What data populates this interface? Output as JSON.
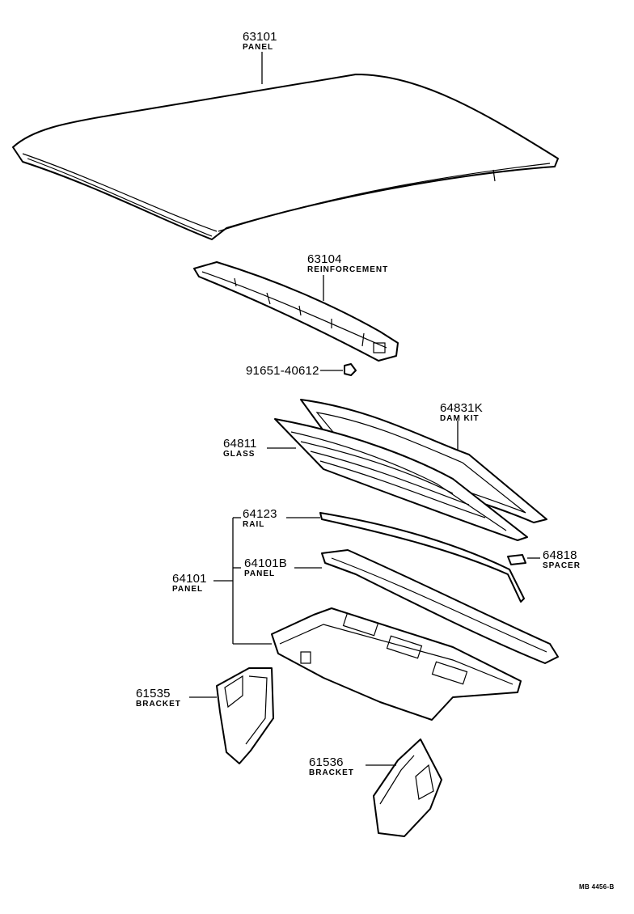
{
  "parts": [
    {
      "number": "63101",
      "name": "PANEL"
    },
    {
      "number": "63104",
      "name": "REINFORCEMENT"
    },
    {
      "number": "91651-40612",
      "name": ""
    },
    {
      "number": "64831K",
      "name": "DAM KIT"
    },
    {
      "number": "64811",
      "name": "GLASS"
    },
    {
      "number": "64123",
      "name": "RAIL"
    },
    {
      "number": "64818",
      "name": "SPACER"
    },
    {
      "number": "64101B",
      "name": "PANEL"
    },
    {
      "number": "64101",
      "name": "PANEL"
    },
    {
      "number": "61535",
      "name": "BRACKET"
    },
    {
      "number": "61536",
      "name": "BRACKET"
    }
  ],
  "drawing_code": "MB 4456-B",
  "icons": [
    "roof-panel-icon",
    "reinforcement-icon",
    "bolt-icon",
    "dam-kit-icon",
    "glass-icon",
    "rail-icon",
    "spacer-icon",
    "package-tray-panel-icon",
    "back-panel-icon",
    "bracket-left-icon",
    "bracket-right-icon"
  ]
}
